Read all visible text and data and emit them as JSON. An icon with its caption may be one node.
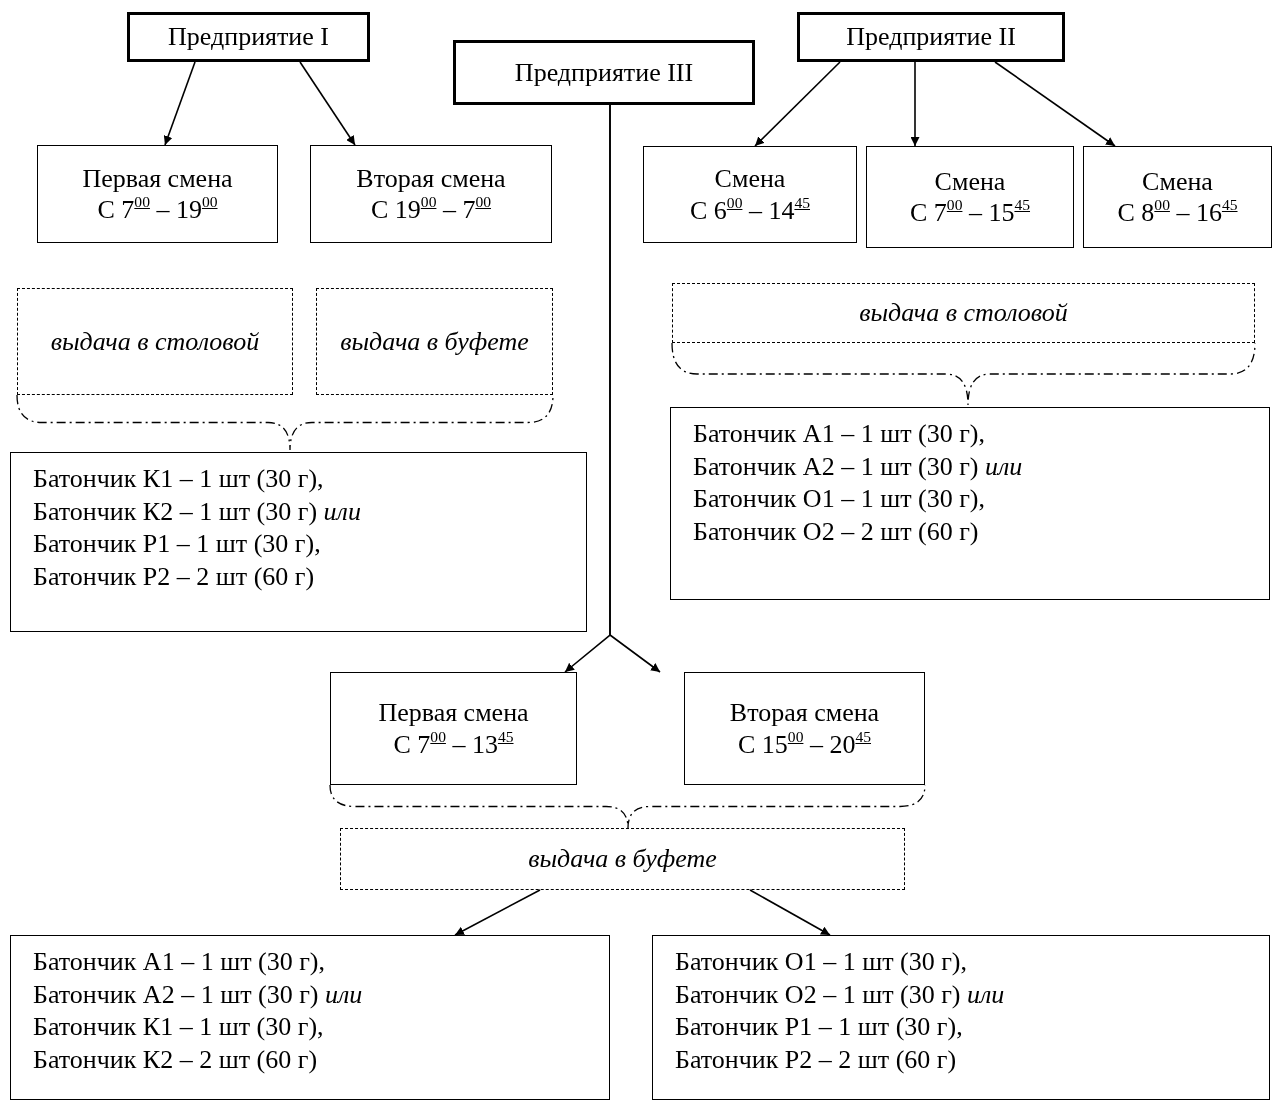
{
  "diagram": {
    "nodes": [
      {
        "text": [
          "Предприятие I"
        ]
      },
      {
        "text": [
          "Предприятие III"
        ]
      },
      {
        "text": [
          "Предприятие II"
        ]
      },
      {
        "text": [
          "Первая смена",
          "С 7$^{00}$ – 19$^{00}$"
        ]
      },
      {
        "text": [
          "Вторая смена",
          "С 19$^{00}$ – 7$^{00}$"
        ]
      },
      {
        "text": [
          "Смена",
          "С 6$^{00}$ – 14$^{45}$"
        ]
      },
      {
        "text": [
          "Смена",
          "С 7$^{00}$ – 15$^{45}$"
        ]
      },
      {
        "text": [
          "Смена",
          "С 8$^{00}$ – 16$^{45}$"
        ]
      },
      {
        "text": [
          "выдача в столовой"
        ]
      },
      {
        "text": [
          "выдача в буфете"
        ]
      },
      {
        "text": [
          "выдача в столовой"
        ]
      },
      {
        "text": [
          "Батончик К1 – 1 шт (30 г),",
          "Батончик К2 – 1 шт (30 г) *или*",
          "Батончик Р1 – 1 шт (30 г),",
          "Батончик Р2 – 2 шт (60 г)"
        ]
      },
      {
        "text": [
          "Батончик А1 – 1 шт (30 г),",
          "Батончик А2 – 1 шт (30 г) *или*",
          "Батончик О1 – 1 шт (30 г),",
          "Батончик О2 – 2 шт (60 г)"
        ]
      },
      {
        "text": [
          "Первая смена",
          "С 7$^{00}$ – 13$^{45}$"
        ]
      },
      {
        "text": [
          "Вторая смена",
          "С 15$^{00}$ – 20$^{45}$"
        ]
      },
      {
        "text": [
          "выдача в буфете"
        ]
      },
      {
        "text": [
          "Батончик А1 – 1 шт (30 г),",
          "Батончик А2 – 1 шт (30 г) *или*",
          "Батончик К1 – 1 шт (30 г),",
          "Батончик К2 – 2 шт (60 г)"
        ]
      },
      {
        "text": [
          "Батончик О1 – 1 шт (30 г),",
          "Батончик О2 – 1 шт (30 г) *или*",
          "Батончик Р1 – 1 шт (30 г),",
          "Батончик Р2 – 2 шт (60 г)"
        ]
      }
    ],
    "edges": [
      {
        "from": 0,
        "to": 3,
        "arrow": "to"
      },
      {
        "from": 0,
        "to": 4,
        "arrow": "to"
      },
      {
        "from": 2,
        "to": 5,
        "arrow": "to"
      },
      {
        "from": 2,
        "to": 6,
        "arrow": "to"
      },
      {
        "from": 2,
        "to": 7,
        "arrow": "to"
      },
      {
        "from": 1,
        "to": 13,
        "arrow": "to"
      },
      {
        "from": 1,
        "to": 14,
        "arrow": "to"
      },
      {
        "from": 15,
        "to": 16,
        "arrow": "to"
      },
      {
        "from": 15,
        "to": 17,
        "arrow": "to"
      }
    ]
  }
}
